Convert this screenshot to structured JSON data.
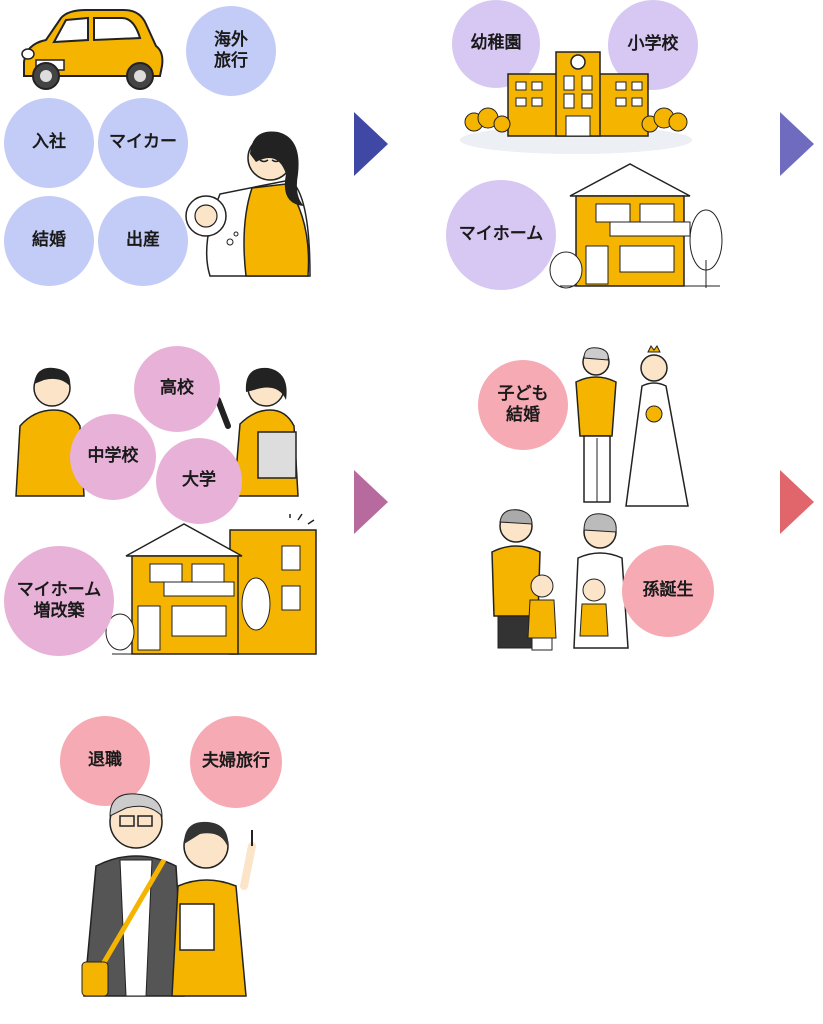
{
  "stages": [
    {
      "id": "stage-1",
      "bubbles": [
        {
          "name": "bubble-overseas-trip",
          "label": "海外\n旅行"
        },
        {
          "name": "bubble-joining-company",
          "label": "入社"
        },
        {
          "name": "bubble-my-car",
          "label": "マイカー"
        },
        {
          "name": "bubble-marriage",
          "label": "結婚"
        },
        {
          "name": "bubble-childbirth",
          "label": "出産"
        }
      ],
      "arrow_color": "#3f48a5"
    },
    {
      "id": "stage-2",
      "bubbles": [
        {
          "name": "bubble-kindergarten",
          "label": "幼稚園"
        },
        {
          "name": "bubble-elementary-school",
          "label": "小学校"
        },
        {
          "name": "bubble-my-home",
          "label": "マイホーム"
        }
      ],
      "arrow_color": "#6f6cc0"
    },
    {
      "id": "stage-3",
      "bubbles": [
        {
          "name": "bubble-high-school",
          "label": "高校"
        },
        {
          "name": "bubble-junior-high",
          "label": "中学校"
        },
        {
          "name": "bubble-university",
          "label": "大学"
        },
        {
          "name": "bubble-home-renovation",
          "label": "マイホーム\n増改築"
        }
      ],
      "arrow_color": "#b76a9e"
    },
    {
      "id": "stage-4",
      "bubbles": [
        {
          "name": "bubble-child-marriage",
          "label": "子ども\n結婚"
        },
        {
          "name": "bubble-grandchild-birth",
          "label": "孫誕生"
        }
      ],
      "arrow_color": "#e0666b"
    },
    {
      "id": "stage-5",
      "bubbles": [
        {
          "name": "bubble-retirement",
          "label": "退職"
        },
        {
          "name": "bubble-couple-trip",
          "label": "夫婦旅行"
        }
      ]
    }
  ],
  "colors": {
    "accent_yellow": "#f4b400",
    "blue": "#c3ccf7",
    "purple": "#d7c7f3",
    "pink": "#e8b2d8",
    "salmon": "#f6aab3"
  },
  "icons": [
    "car-illustration",
    "pregnant-woman-illustration",
    "school-building-illustration",
    "house-illustration",
    "students-illustration",
    "house-extension-illustration",
    "wedding-couple-illustration",
    "grandparents-family-illustration",
    "retired-couple-illustration"
  ]
}
